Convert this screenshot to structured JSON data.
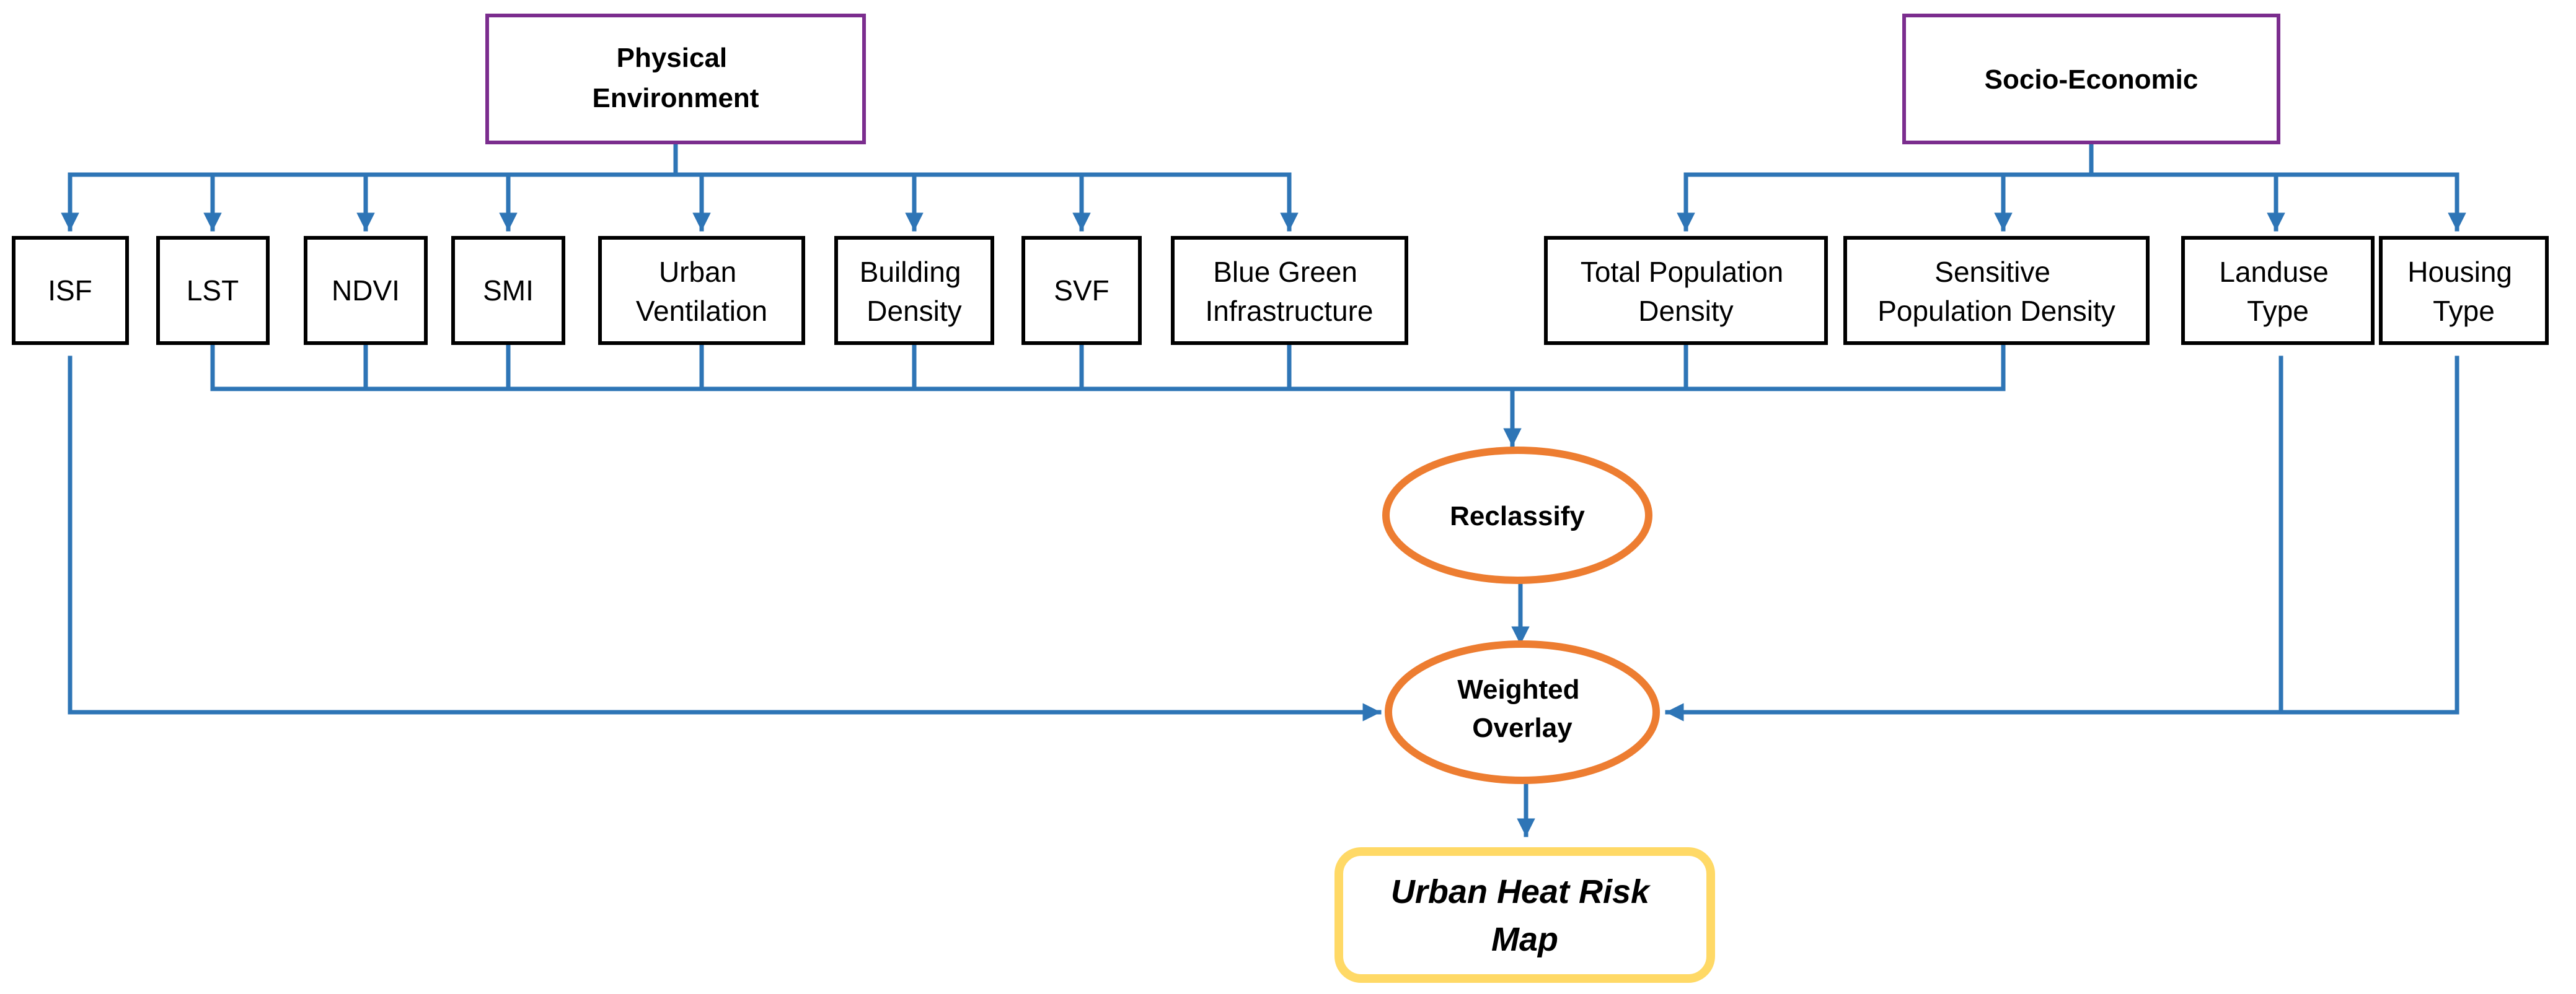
{
  "colors": {
    "connector": "#2e75b6",
    "category_border": "#7b2d8e",
    "process_border": "#ed7d31",
    "output_border": "#ffd966",
    "node_border": "#000000"
  },
  "categories": {
    "physical": "Physical Environment",
    "socio": "Socio-Economic"
  },
  "physical_factors": {
    "isf": "ISF",
    "lst": "LST",
    "ndvi": "NDVI",
    "smi": "SMI",
    "urban_ventilation": "Urban Ventilation",
    "building_density": "Building Density",
    "svf": "SVF",
    "blue_green_infrastructure": "Blue Green Infrastructure"
  },
  "socio_factors": {
    "total_population_density": "Total Population Density",
    "sensitive_population_density": "Sensitive Population Density",
    "landuse_type": "Landuse Type",
    "housing_type": "Housing Type"
  },
  "process": {
    "reclassify": "Reclassify",
    "weighted_overlay": "Weighted Overlay"
  },
  "output": {
    "label": "Urban Heat Risk Map"
  }
}
